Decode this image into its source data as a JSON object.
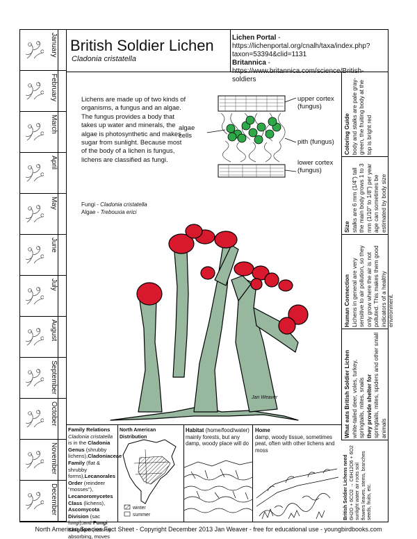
{
  "title": "British Soldier Lichen",
  "scientific_name": "Cladonia cristatella",
  "links": {
    "portal_label": "Lichen Portal",
    "portal_url": " - https://lichenportal.org/cnalh/taxa/index.php?taxon=53394&clid=1131",
    "britannica_label": "Britannica",
    "britannica_url": " - https://www.britannica.com/science/British-soldiers"
  },
  "months": [
    "January",
    "February",
    "March",
    "April",
    "May",
    "June",
    "July",
    "August",
    "September",
    "October",
    "November",
    "December"
  ],
  "intro": "Lichens are made up of two kinds of organisms, a fungus and an algae. The fungus provides a body that takes up water and minerals, the algae is photosynthetic and makes sugar from sunlight. Because most of the body of a lichen is fungus, lichens are classified as fungi.",
  "diagram_labels": {
    "upper_cortex": "upper cortex (fungus)",
    "algae_cells": "algae cells",
    "pith": "pith (fungus)",
    "lower_cortex": "lower cortex (fungus)"
  },
  "fungi_line": "Fungi - ",
  "fungi_name": "Cladonia cristatella",
  "algae_line": "Algae - ",
  "algae_name": "Trebouxia erici",
  "artist": "Jan Weaver",
  "side": {
    "coloring_title": "Coloring Guide",
    "coloring_text": "body and stalks are pale gray-green, the fruiting body at the top is bright red",
    "size_title": "Size",
    "size_text": "stalks are 6 mm (1/4\") tall the main body grows 1 to 3 mm (1/10\" to 1/8\") per year age can sometimes be estimated by body size",
    "human_title": "Human Connection",
    "human_text": "Lichens in general are very sensitive to air pollution, so they only grow where the air is not polluted. This makes them good indicators of a healthy environment.",
    "eats_title": "What eats British Soldier Lichen",
    "eats_text": "white-tailed deer, voles, turkey, springtails, mites, snails",
    "shelter_title": "they provide shelter for",
    "shelter_text": "springtails, mites, spiders and other small animals"
  },
  "family": {
    "title": "Family Relations",
    "genus_sci": "Cladonia cristatella",
    "text1": " is in the ",
    "genus_label": "Cladonia Genus",
    "text2": " (shrubby lichens),",
    "family_label": "Cladoniaceae Family",
    "text3": " (flat & shrubby forms),",
    "order_label": "Lecanorales Order",
    "text4": " (reindeer \"mosses\"), ",
    "class_label": "Lecanoromycetes Class",
    "text5": " (lichens), ",
    "division_label": "Ascomycota Division",
    "text6": " (sac fungi),and ",
    "kingdom_label": "Fungi Kingdom",
    "text7": " (eats by absorbing, moves by growing filaments)"
  },
  "distribution": {
    "title": "North American Distribution",
    "winter": "winter",
    "summer": "summer"
  },
  "habitat": {
    "title": "Habitat",
    "subtitle": " (home/food/water)",
    "text": "mainly forests, but any damp, woody place will do"
  },
  "home": {
    "title": "Home",
    "text": "damp, woody tissue, sometimes peat, often with other lichens and moss"
  },
  "needs": {
    "title": "British Soldier Lichens need",
    "formula": "6H2O + 6CO2 → C6H12O6 + 6O2",
    "sunlight": "sunlight",
    "items": [
      "water",
      "air",
      "roots",
      "soil",
      "flowers",
      "leaves, stems, branches",
      "seeds, fruits, etc."
    ]
  },
  "footer": "North American Species Fact Sheet - Copyright December 2013 Jan Weaver - free for educational use - youngbirdbooks.com",
  "colors": {
    "lichen_body": "#97b89e",
    "fruit": "#d8182d",
    "algae": "#2fa84a"
  }
}
